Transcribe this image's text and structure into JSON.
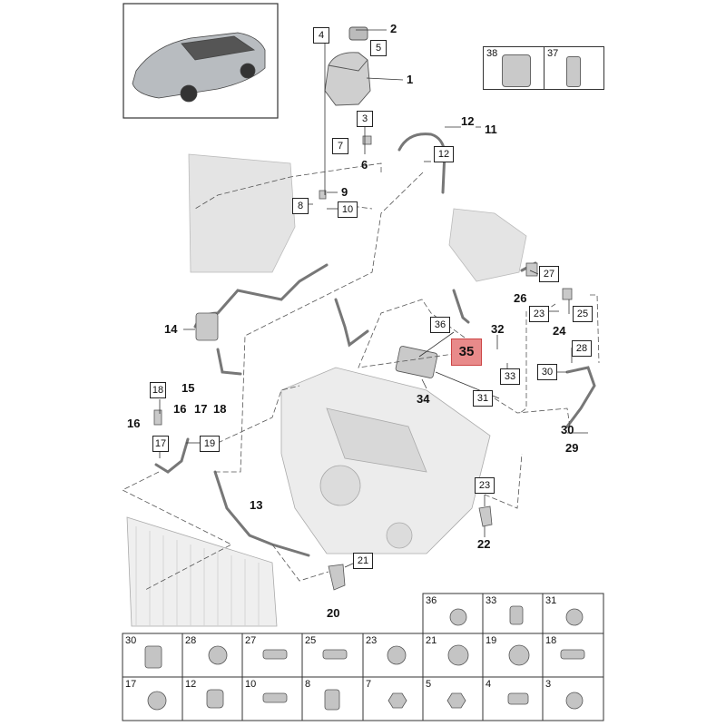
{
  "callouts": {
    "c1": "1",
    "c2": "2",
    "c3": "3",
    "c4": "4",
    "c5": "5",
    "c6": "6",
    "c7": "7",
    "c8": "8",
    "c9": "9",
    "c10": "10",
    "c11": "11",
    "c12a": "12",
    "c12b": "12",
    "c13": "13",
    "c14": "14",
    "c15": "15",
    "c16a": "16",
    "c16b": "16",
    "c17a": "17",
    "c17b": "17",
    "c18a": "18",
    "c18b": "18",
    "c19": "19",
    "c20": "20",
    "c21": "21",
    "c22": "22",
    "c23a": "23",
    "c23b": "23",
    "c24": "24",
    "c25": "25",
    "c26": "26",
    "c27": "27",
    "c28": "28",
    "c29": "29",
    "c30a": "30",
    "c30b": "30",
    "c31": "31",
    "c32": "32",
    "c33": "33",
    "c34": "34",
    "c35": "35",
    "c36": "36",
    "c37": "37",
    "c38": "38"
  },
  "highlight_color": "#e88a8a",
  "fluids": {
    "left": "38",
    "right": "37"
  },
  "grid_top_row": [
    "36",
    "33",
    "31"
  ],
  "grid_row_1": [
    "30",
    "28",
    "27",
    "25",
    "23",
    "21",
    "19",
    "18"
  ],
  "grid_row_2": [
    "17",
    "12",
    "10",
    "8",
    "7",
    "5",
    "4",
    "3"
  ]
}
